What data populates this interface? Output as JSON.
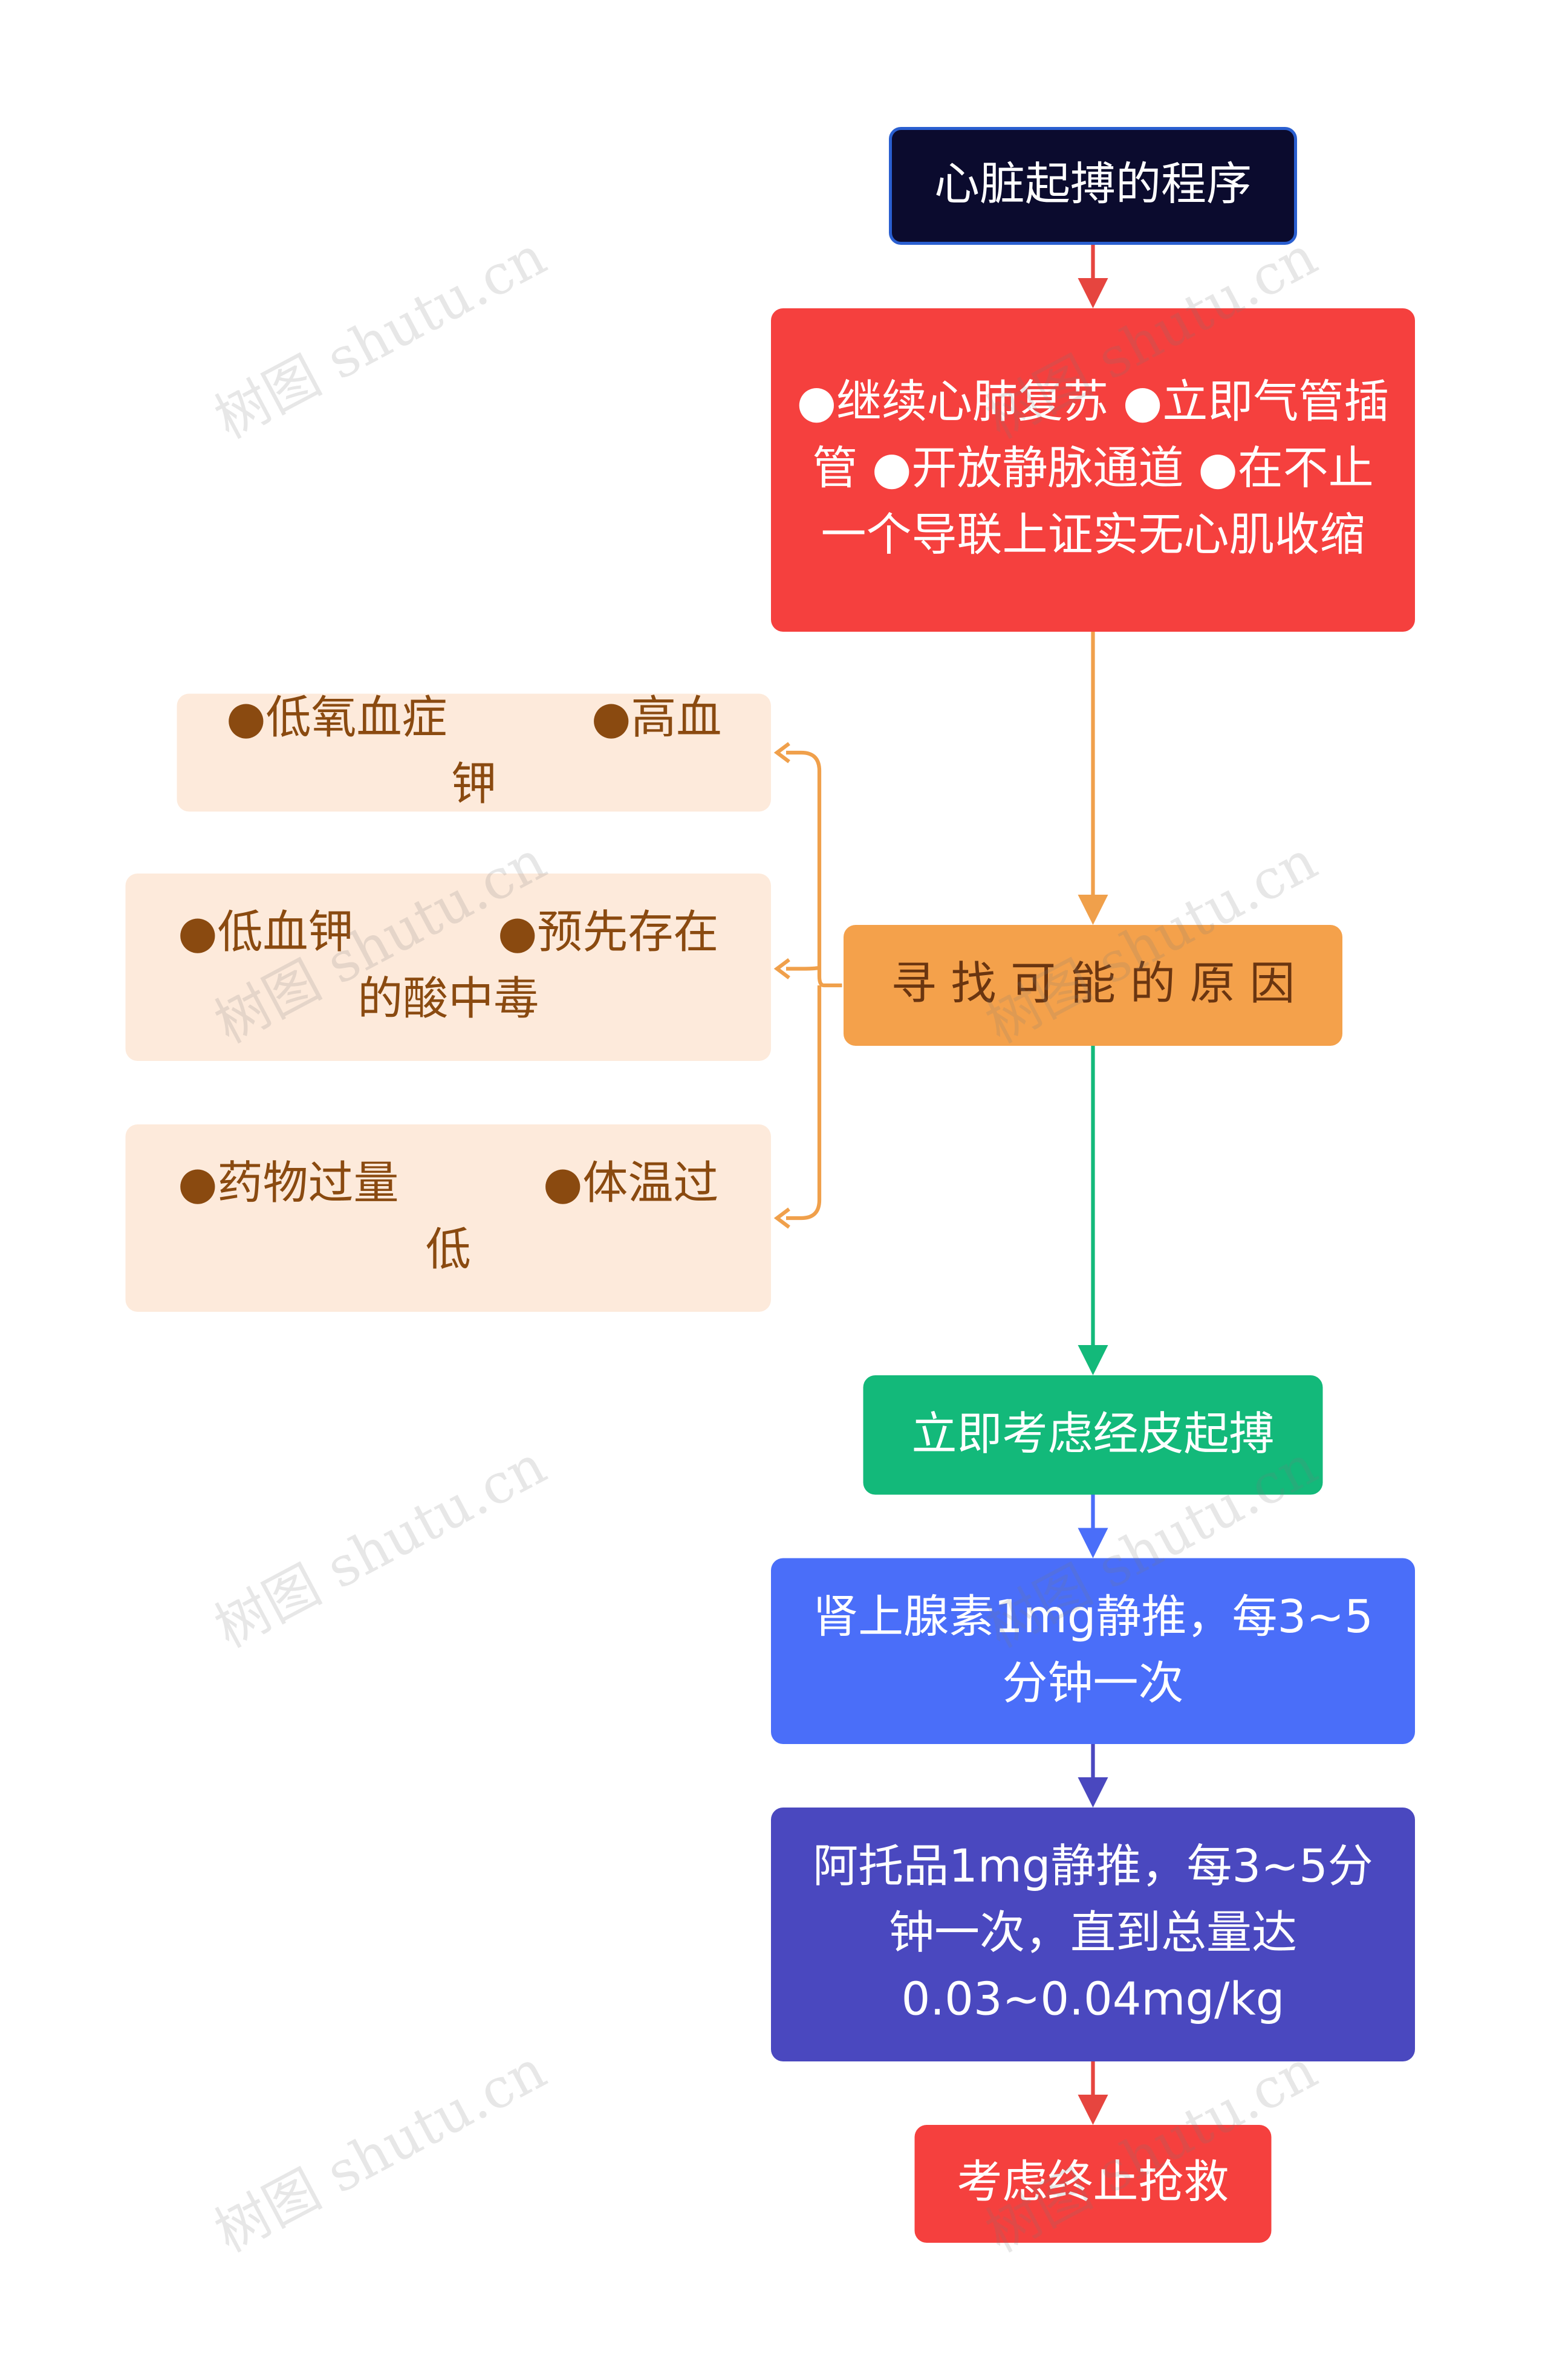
{
  "nodes": {
    "start": "心脏起搏的程序",
    "step1": "●继续心肺复苏 ●立即气管插管 ●开放静脉通道 ●在不止一个导联上证实无心肌收缩",
    "causes": "寻 找 可 能 的 原 因",
    "pacing": "立即考虑经皮起搏",
    "epinephrine": "肾上腺素1mg静推，每3~5分钟一次",
    "atropine": "阿托品1mg静推，每3~5分钟一次，直到总量达0.03~0.04mg/kg",
    "stop": "考虑终止抢救"
  },
  "causes_list": [
    {
      "text": "●低氧血症          ●高血钾"
    },
    {
      "text": "●低血钾          ●预先存在的酸中毒"
    },
    {
      "text": "●药物过量          ●体温过低"
    }
  ],
  "watermark": "树图 shutu.cn",
  "colors": {
    "start": "#0b0b2e",
    "step1": "#f5403e",
    "causes": "#f4a14b",
    "pacing": "#13b97a",
    "epinephrine": "#4a6ef9",
    "atropine": "#4a48bf",
    "stop": "#f5403e",
    "side_bg": "#fdeadb",
    "side_text": "#8a4a10"
  }
}
